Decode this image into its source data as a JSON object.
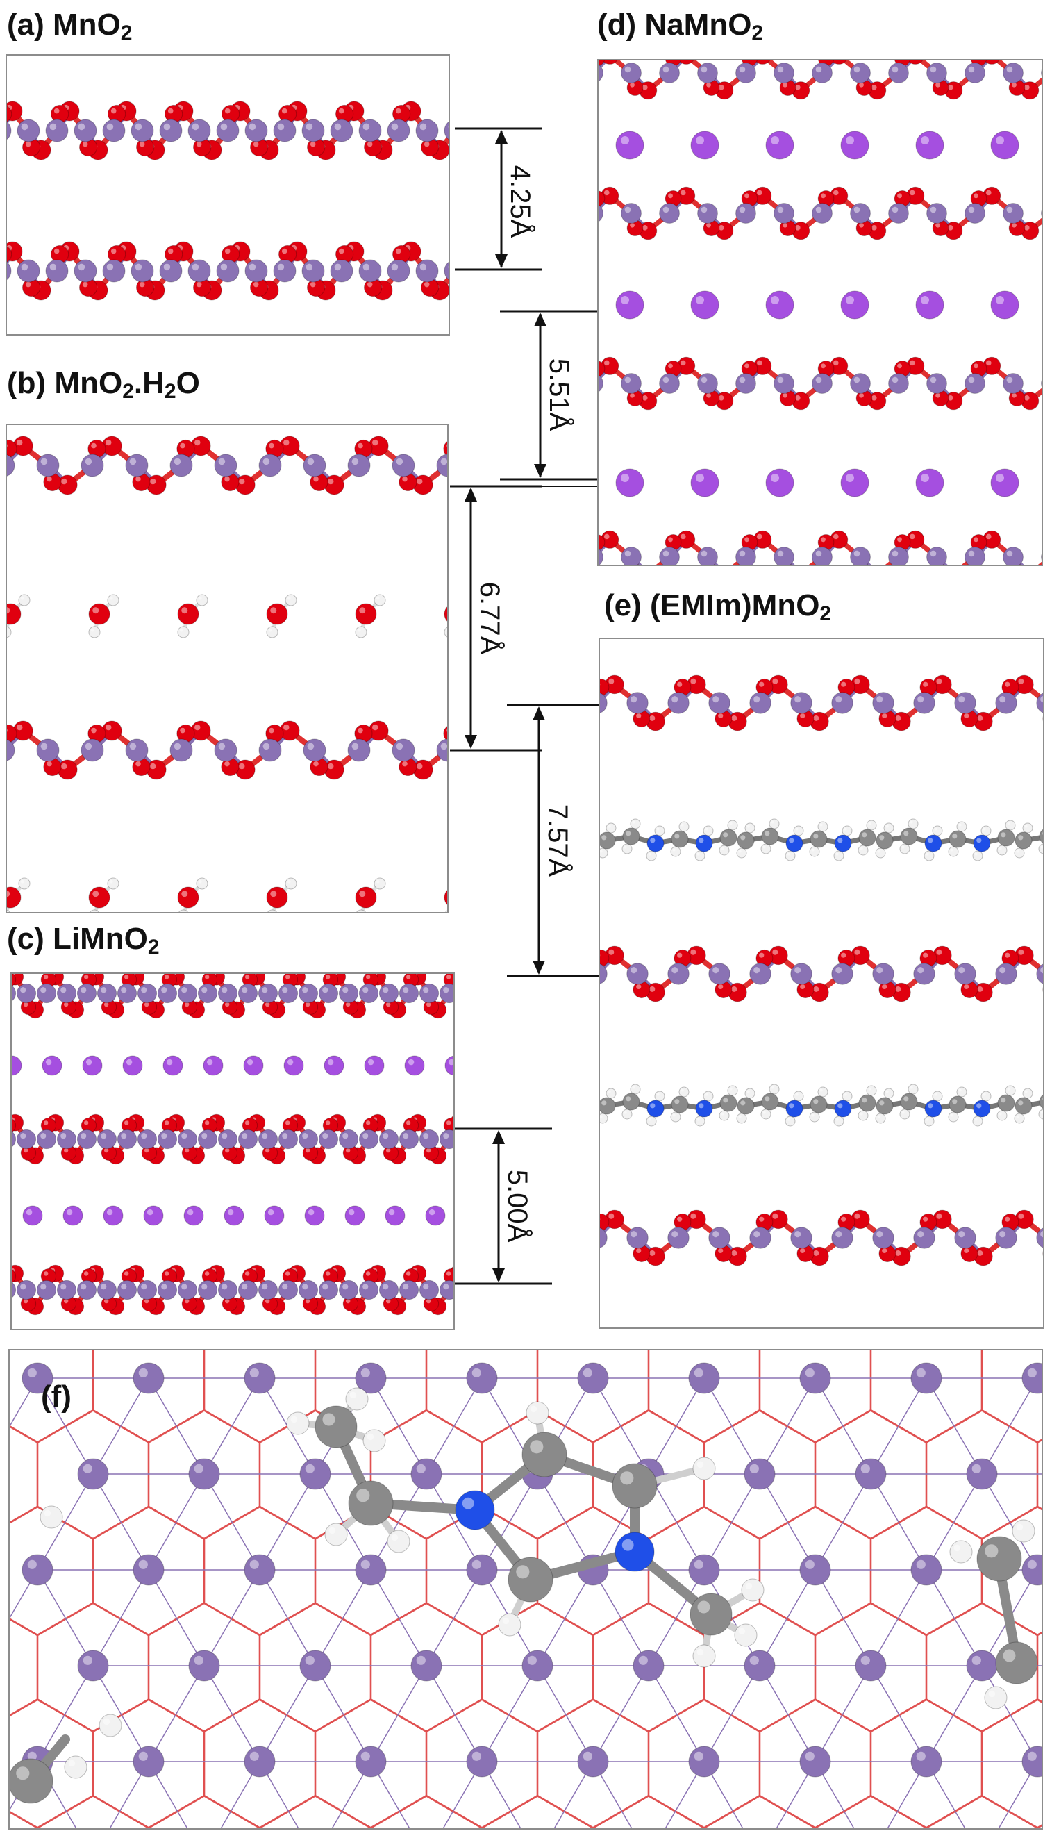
{
  "panels": {
    "a": {
      "letter": "(a)",
      "formula": "MnO",
      "sub1": "2"
    },
    "b": {
      "letter": "(b)",
      "formula": "MnO",
      "sub1": "2",
      "mid": ".H",
      "sub2": "2",
      "tail": "O"
    },
    "c": {
      "letter": "(c)",
      "formula": "LiMnO",
      "sub1": "2"
    },
    "d": {
      "letter": "(d)",
      "formula": "NaMnO",
      "sub1": "2"
    },
    "e": {
      "letter": "(e)",
      "formula": "(EMIm)MnO",
      "sub1": "2"
    },
    "f": {
      "letter": "(f)"
    }
  },
  "spacings": {
    "a": "4.25Å",
    "d": "5.51Å",
    "b": "6.77Å",
    "e": "7.57Å",
    "c": "5.00Å"
  },
  "colors": {
    "oxygen": "#e0000f",
    "manganese": "#8a72b4",
    "sodium_lithium": "#a54fe0",
    "hydrogen": "#f2f2f2",
    "carbon": "#8a8a8a",
    "nitrogen": "#1f4fe8",
    "o_bond": "#e03030",
    "mn_bond": "#8a72b4"
  }
}
